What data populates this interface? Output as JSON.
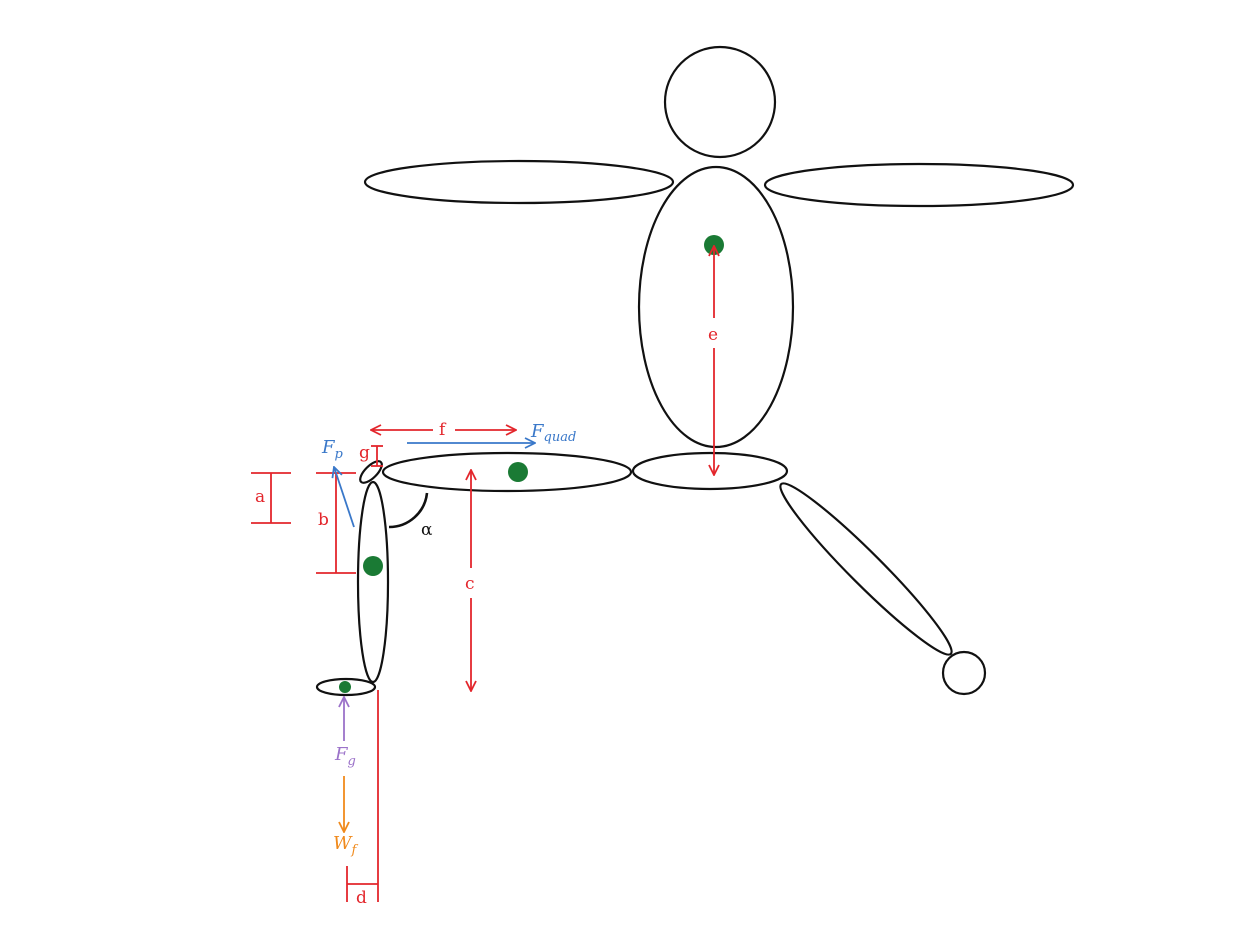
{
  "colors": {
    "outline": "#111111",
    "center_of_mass": "#1a7a34",
    "dimension": "#e3262c",
    "force_blue": "#3a78c9",
    "force_purple": "#9b72c9",
    "force_orange": "#f08a1c",
    "angle": "#111111"
  },
  "dimensions": {
    "a": "a",
    "b": "b",
    "c": "c",
    "d": "d",
    "e": "e",
    "f": "f",
    "g": "g"
  },
  "angle_label": "α",
  "forces": {
    "f_p": {
      "main": "F",
      "sub": "p"
    },
    "f_quad": {
      "main": "F",
      "sub": "quad"
    },
    "f_g": {
      "main": "F",
      "sub": "g"
    },
    "w_f": {
      "main": "W",
      "sub": "f"
    }
  }
}
